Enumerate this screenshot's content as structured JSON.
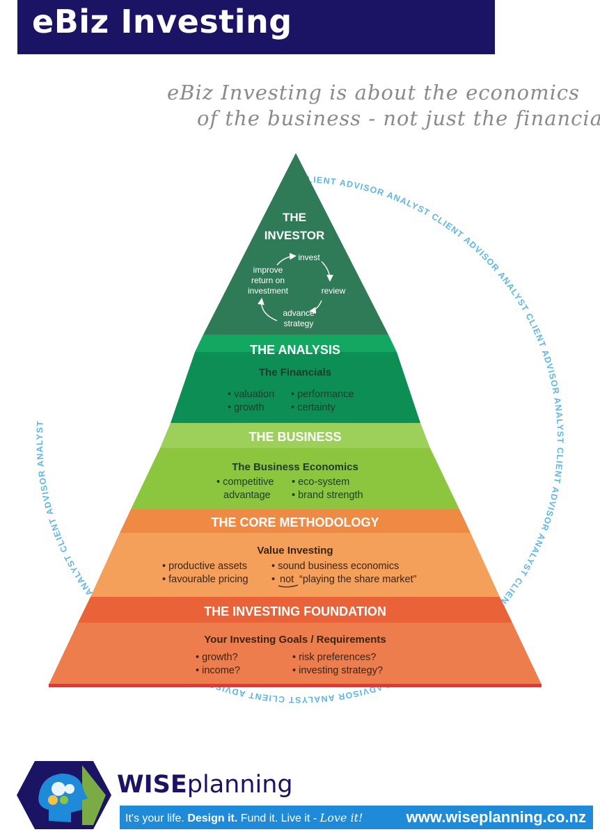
{
  "header": {
    "title": "eBiz Investing"
  },
  "tagline": [
    "eBiz Investing is about the economics",
    "of the business - not just the financials"
  ],
  "circle_text": "CLIENT ADVISOR ANALYST",
  "pyramid": {
    "investor": {
      "title_1": "THE",
      "title_2": "INVESTOR",
      "cycle": {
        "invest": "invest",
        "review": "review",
        "advance_1": "advance",
        "advance_2": "strategy",
        "improve_1": "improve",
        "improve_2": "return on",
        "improve_3": "investment"
      }
    },
    "analysis": {
      "title": "THE ANALYSIS",
      "subtitle": "The Financials",
      "bullets": [
        "• valuation",
        "• performance",
        "• growth",
        "• certainty"
      ]
    },
    "business": {
      "title": "THE BUSINESS",
      "subtitle": "The Business Economics",
      "bullets": [
        "• competitive",
        "advantage",
        "• eco-system",
        "• brand strength"
      ]
    },
    "core": {
      "title": "THE CORE METHODOLOGY",
      "subtitle": "Value Investing",
      "bullets": [
        "• productive assets",
        "• sound business economics",
        "• favourable pricing",
        "•",
        "not",
        "“playing the share market”"
      ]
    },
    "foundation": {
      "title": "THE INVESTING FOUNDATION",
      "subtitle": "Your Investing Goals / Requirements",
      "bullets": [
        "• growth?",
        "• risk preferences?",
        "• income?",
        "• investing strategy?"
      ]
    }
  },
  "footer": {
    "brand_bold": "WISE",
    "brand_light": "planning",
    "slogan_lead": "It's your life. ",
    "slogan_bold": "Design it.",
    "slogan_mid": " Fund it. Live it - ",
    "slogan_script": "Love it!",
    "url": "www.wiseplanning.co.nz"
  },
  "colors": {
    "title_bar": "#1b1464",
    "investor": "#2f7a57",
    "investor_dark": "#225c42",
    "analysis": "#12a862",
    "analysis_band": "#0d8e54",
    "business": "#8cc63f",
    "business_band": "#9dd05b",
    "core": "#f5a05a",
    "core_band": "#ee8a44",
    "foundation": "#ee7d4d",
    "foundation_band": "#ea6237",
    "base_line": "#e8333b",
    "circle_text": "#5fb6e6",
    "slogan_bar": "#1f8ad8"
  }
}
